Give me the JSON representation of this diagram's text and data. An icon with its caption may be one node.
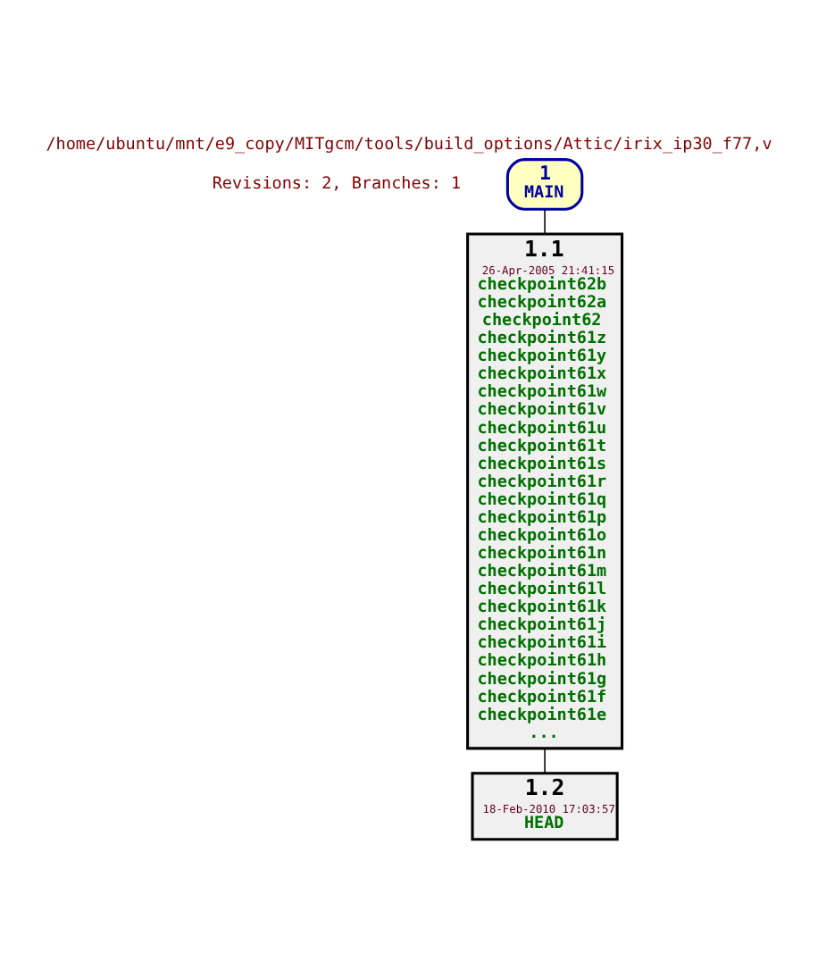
{
  "diagram": {
    "title": "/home/ubuntu/mnt/e9_copy/MITgcm/tools/build_options/Attic/irix_ip30_f77,v",
    "nodes": [
      {
        "text": [
          "1",
          "MAIN"
        ]
      },
      {
        "text": [
          "1.1",
          "26-Apr-2005 21:41:15",
          "checkpoint62b",
          "checkpoint62a",
          "checkpoint62",
          "checkpoint61z",
          "checkpoint61y",
          "checkpoint61x",
          "checkpoint61w",
          "checkpoint61v",
          "checkpoint61u",
          "checkpoint61t",
          "checkpoint61s",
          "checkpoint61r",
          "checkpoint61q",
          "checkpoint61p",
          "checkpoint61o",
          "checkpoint61n",
          "checkpoint61m",
          "checkpoint61l",
          "checkpoint61k",
          "checkpoint61j",
          "checkpoint61i",
          "checkpoint61h",
          "checkpoint61g",
          "checkpoint61f",
          "checkpoint61e",
          "..."
        ]
      },
      {
        "text": [
          "1.2",
          "18-Feb-2010 17:03:57",
          "HEAD"
        ]
      }
    ],
    "edges": [
      {
        "from": 0,
        "to": 1,
        "arrow": "none"
      },
      {
        "from": 1,
        "to": 2,
        "arrow": "none"
      }
    ],
    "labels": [
      "Revisions: 2, Branches: 1"
    ]
  }
}
